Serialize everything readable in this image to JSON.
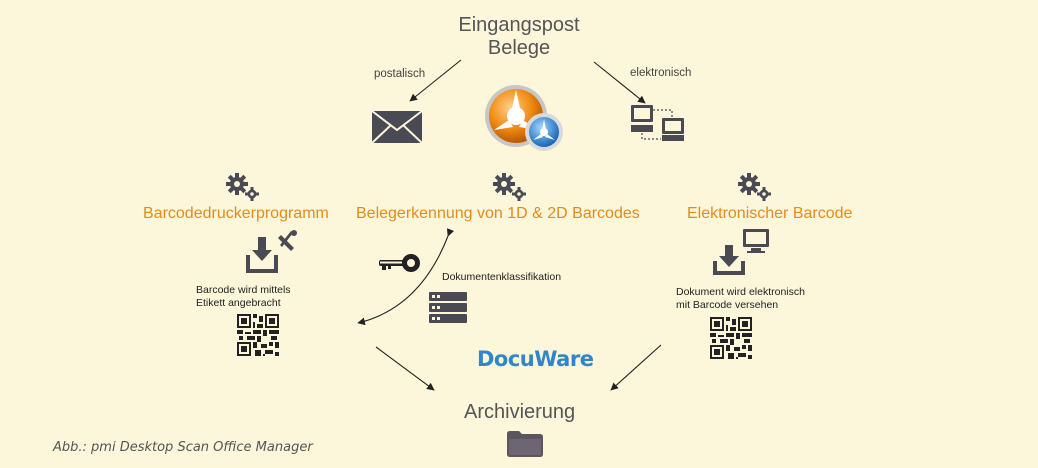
{
  "header": {
    "line1": "Eingangspost",
    "line2": "Belege"
  },
  "channels": {
    "postal": "postalisch",
    "electronic": "elektronisch"
  },
  "methods": {
    "barcode_printer": "Barcodedruckerprogramm",
    "recognition": "Belegerkennung von 1D & 2D Barcodes",
    "electronic_barcode": "Elektronischer Barcode"
  },
  "notes": {
    "label_line1": "Barcode wird mittels",
    "label_line2": "Etikett angebracht",
    "classification": "Dokumentenklassifikation",
    "electronic_line1": "Dokument wird elektronisch",
    "electronic_line2": "mit Barcode versehen"
  },
  "brand": {
    "docuware": "DocuWare"
  },
  "footer": {
    "archive": "Archivierung",
    "caption": "Abb.: pmi Desktop Scan Office Manager"
  },
  "icons": [
    "envelope-icon",
    "computers-icon",
    "app-logo-icon",
    "gears-icon",
    "download-tools-icon",
    "download-monitor-icon",
    "key-icon",
    "server-icon",
    "qr-code-icon",
    "folder-icon"
  ],
  "colors": {
    "background": "#fcf6da",
    "accent": "#e58b1a",
    "icon": "#4a4a55",
    "brand": "#2f86c9"
  }
}
